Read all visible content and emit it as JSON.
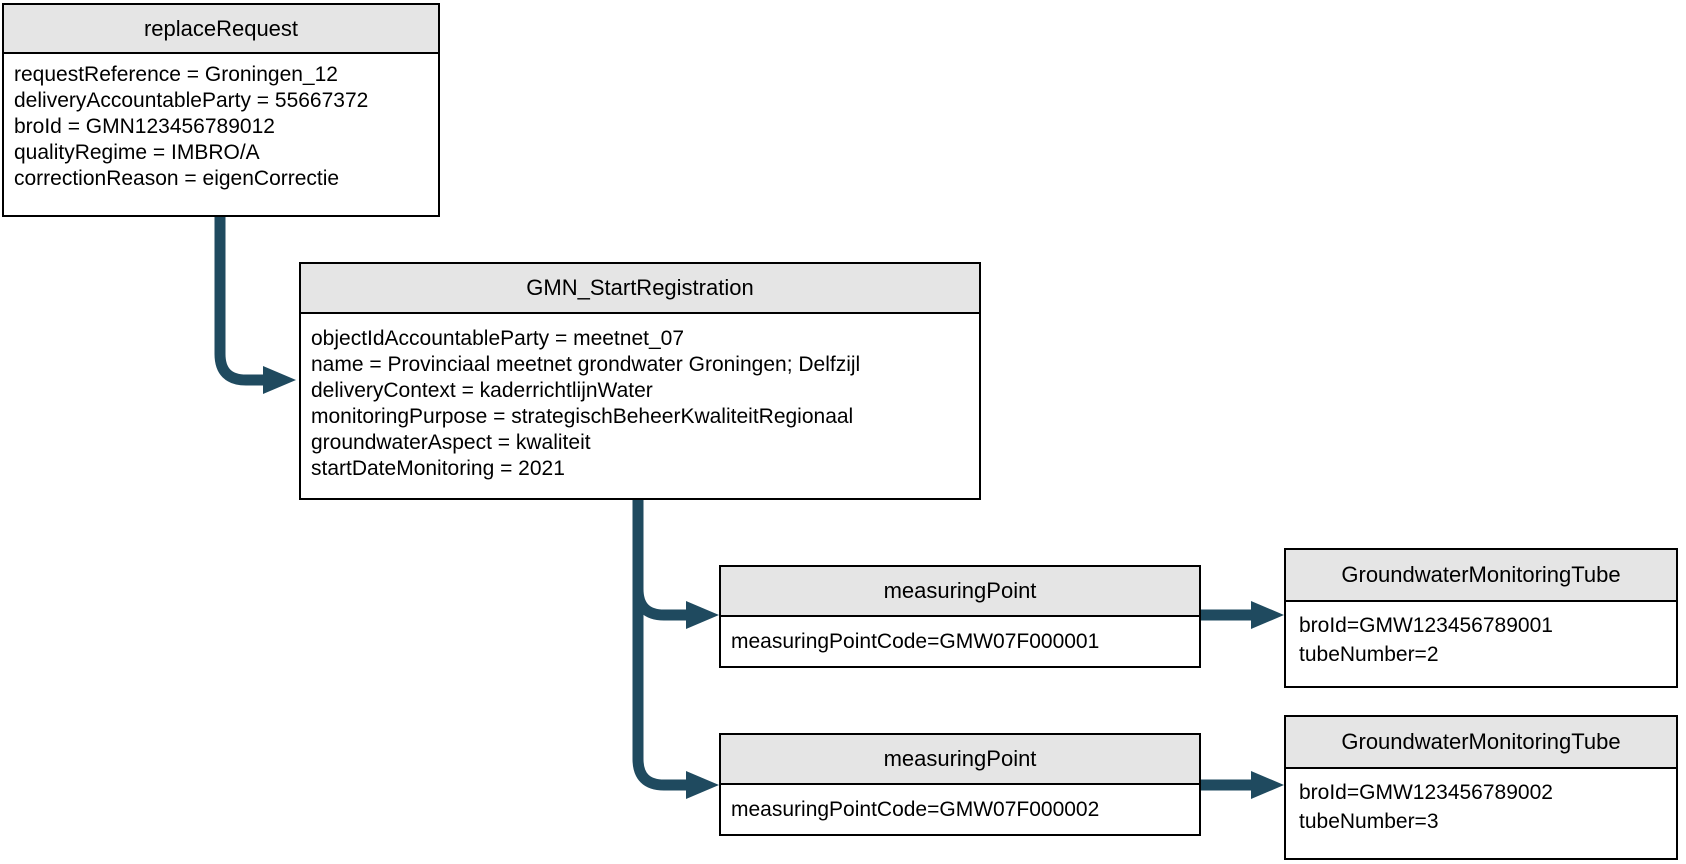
{
  "diagram": {
    "colors": {
      "arrow": "#1F4A5F",
      "header_fill": "#E5E5E5",
      "border": "#000000",
      "text": "#000000",
      "background": "#FFFFFF"
    },
    "nodes": {
      "replace_request": {
        "title": "replaceRequest",
        "attributes": [
          "requestReference = Groningen_12",
          "deliveryAccountableParty = 55667372",
          "broId = GMN123456789012",
          "qualityRegime = IMBRO/A",
          "correctionReason = eigenCorrectie"
        ]
      },
      "gmn_start_registration": {
        "title": "GMN_StartRegistration",
        "attributes": [
          "objectIdAccountableParty = meetnet_07",
          "name = Provinciaal meetnet grondwater Groningen; Delfzijl",
          "deliveryContext = kaderrichtlijnWater",
          "monitoringPurpose = strategischBeheerKwaliteitRegionaal",
          "groundwaterAspect = kwaliteit",
          "startDateMonitoring = 2021"
        ]
      },
      "measuring_point_1": {
        "title": "measuringPoint",
        "attributes": [
          "measuringPointCode=GMW07F000001"
        ]
      },
      "tube_1": {
        "title": "GroundwaterMonitoringTube",
        "attributes": [
          "broId=GMW123456789001",
          "tubeNumber=2"
        ]
      },
      "measuring_point_2": {
        "title": "measuringPoint",
        "attributes": [
          "measuringPointCode=GMW07F000002"
        ]
      },
      "tube_2": {
        "title": "GroundwaterMonitoringTube",
        "attributes": [
          "broId=GMW123456789002",
          "tubeNumber=3"
        ]
      }
    },
    "connectors": [
      {
        "from": "replaceRequest",
        "to": "GMN_StartRegistration"
      },
      {
        "from": "GMN_StartRegistration",
        "to": "measuringPoint-1"
      },
      {
        "from": "GMN_StartRegistration",
        "to": "measuringPoint-2"
      },
      {
        "from": "measuringPoint-1",
        "to": "GroundwaterMonitoringTube-1"
      },
      {
        "from": "measuringPoint-2",
        "to": "GroundwaterMonitoringTube-2"
      }
    ]
  }
}
